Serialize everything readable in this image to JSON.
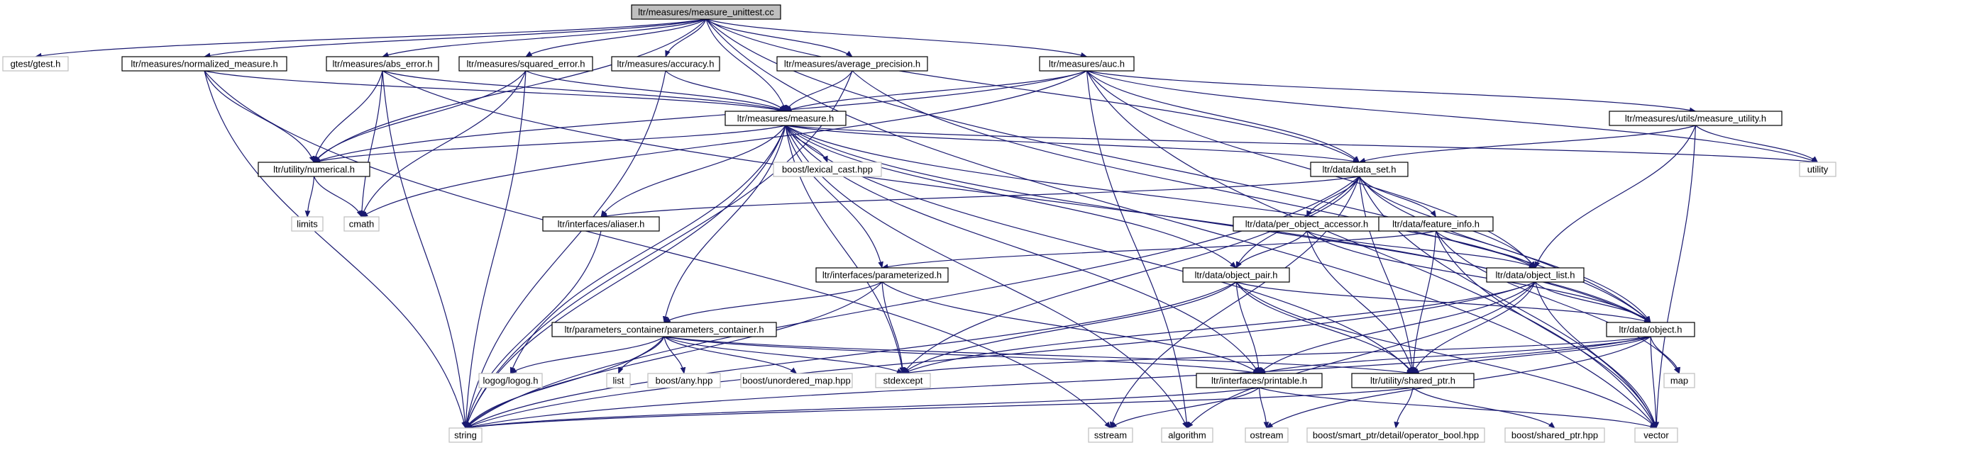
{
  "title": "ltr/measures/measure_unittest.cc",
  "colors": {
    "edge": "#191970",
    "root_fill": "#bfbfbf",
    "node_border": "#000000",
    "external_border": "#bfbfbf",
    "background": "#ffffff"
  },
  "nodes": [
    {
      "id": "root",
      "label": "ltr/measures/measure_unittest.cc",
      "kind": "root"
    },
    {
      "id": "gtest",
      "label": "gtest/gtest.h",
      "kind": "external"
    },
    {
      "id": "normalized",
      "label": "ltr/measures/normalized_measure.h",
      "kind": "local"
    },
    {
      "id": "abs_error",
      "label": "ltr/measures/abs_error.h",
      "kind": "local"
    },
    {
      "id": "squared_error",
      "label": "ltr/measures/squared_error.h",
      "kind": "local"
    },
    {
      "id": "accuracy",
      "label": "ltr/measures/accuracy.h",
      "kind": "local"
    },
    {
      "id": "avg_precision",
      "label": "ltr/measures/average_precision.h",
      "kind": "local"
    },
    {
      "id": "auc",
      "label": "ltr/measures/auc.h",
      "kind": "local"
    },
    {
      "id": "measure",
      "label": "ltr/measures/measure.h",
      "kind": "local"
    },
    {
      "id": "measure_utility",
      "label": "ltr/measures/utils/measure_utility.h",
      "kind": "local"
    },
    {
      "id": "numerical",
      "label": "ltr/utility/numerical.h",
      "kind": "local"
    },
    {
      "id": "lexical_cast",
      "label": "boost/lexical_cast.hpp",
      "kind": "external"
    },
    {
      "id": "data_set",
      "label": "ltr/data/data_set.h",
      "kind": "local"
    },
    {
      "id": "utility",
      "label": "utility",
      "kind": "external"
    },
    {
      "id": "limits",
      "label": "limits",
      "kind": "external"
    },
    {
      "id": "cmath",
      "label": "cmath",
      "kind": "external"
    },
    {
      "id": "aliaser",
      "label": "ltr/interfaces/aliaser.h",
      "kind": "local"
    },
    {
      "id": "per_object_accessor",
      "label": "ltr/data/per_object_accessor.h",
      "kind": "local"
    },
    {
      "id": "feature_info",
      "label": "ltr/data/feature_info.h",
      "kind": "local"
    },
    {
      "id": "parameterized",
      "label": "ltr/interfaces/parameterized.h",
      "kind": "local"
    },
    {
      "id": "object_pair",
      "label": "ltr/data/object_pair.h",
      "kind": "local"
    },
    {
      "id": "object_list",
      "label": "ltr/data/object_list.h",
      "kind": "local"
    },
    {
      "id": "parameters_container",
      "label": "ltr/parameters_container/parameters_container.h",
      "kind": "local"
    },
    {
      "id": "object",
      "label": "ltr/data/object.h",
      "kind": "local"
    },
    {
      "id": "logog",
      "label": "logog/logog.h",
      "kind": "external"
    },
    {
      "id": "list",
      "label": "list",
      "kind": "external"
    },
    {
      "id": "boost_any",
      "label": "boost/any.hpp",
      "kind": "external"
    },
    {
      "id": "unordered_map",
      "label": "boost/unordered_map.hpp",
      "kind": "external"
    },
    {
      "id": "stdexcept",
      "label": "stdexcept",
      "kind": "external"
    },
    {
      "id": "printable",
      "label": "ltr/interfaces/printable.h",
      "kind": "local"
    },
    {
      "id": "shared_ptr",
      "label": "ltr/utility/shared_ptr.h",
      "kind": "local"
    },
    {
      "id": "map",
      "label": "map",
      "kind": "external"
    },
    {
      "id": "string",
      "label": "string",
      "kind": "external"
    },
    {
      "id": "sstream",
      "label": "sstream",
      "kind": "external"
    },
    {
      "id": "algorithm",
      "label": "algorithm",
      "kind": "external"
    },
    {
      "id": "ostream",
      "label": "ostream",
      "kind": "external"
    },
    {
      "id": "operator_bool",
      "label": "boost/smart_ptr/detail/operator_bool.hpp",
      "kind": "external"
    },
    {
      "id": "boost_shared_ptr",
      "label": "boost/shared_ptr.hpp",
      "kind": "external"
    },
    {
      "id": "vector",
      "label": "vector",
      "kind": "external"
    }
  ],
  "edges": [
    [
      "root",
      "gtest"
    ],
    [
      "root",
      "normalized"
    ],
    [
      "root",
      "abs_error"
    ],
    [
      "root",
      "squared_error"
    ],
    [
      "root",
      "accuracy"
    ],
    [
      "root",
      "avg_precision"
    ],
    [
      "root",
      "auc"
    ],
    [
      "root",
      "measure"
    ],
    [
      "root",
      "numerical"
    ],
    [
      "root",
      "data_set"
    ],
    [
      "root",
      "object"
    ],
    [
      "root",
      "vector"
    ],
    [
      "normalized",
      "measure"
    ],
    [
      "normalized",
      "numerical"
    ],
    [
      "normalized",
      "string"
    ],
    [
      "normalized",
      "sstream"
    ],
    [
      "abs_error",
      "measure"
    ],
    [
      "abs_error",
      "numerical"
    ],
    [
      "abs_error",
      "cmath"
    ],
    [
      "abs_error",
      "string"
    ],
    [
      "abs_error",
      "object"
    ],
    [
      "squared_error",
      "measure"
    ],
    [
      "squared_error",
      "numerical"
    ],
    [
      "squared_error",
      "cmath"
    ],
    [
      "squared_error",
      "string"
    ],
    [
      "accuracy",
      "measure"
    ],
    [
      "accuracy",
      "string"
    ],
    [
      "avg_precision",
      "measure"
    ],
    [
      "avg_precision",
      "object"
    ],
    [
      "avg_precision",
      "string"
    ],
    [
      "auc",
      "measure"
    ],
    [
      "auc",
      "measure_utility"
    ],
    [
      "auc",
      "data_set"
    ],
    [
      "auc",
      "object_list"
    ],
    [
      "auc",
      "algorithm"
    ],
    [
      "auc",
      "utility"
    ],
    [
      "auc",
      "vector"
    ],
    [
      "auc",
      "numerical"
    ],
    [
      "auc",
      "cmath"
    ],
    [
      "measure",
      "numerical"
    ],
    [
      "measure",
      "lexical_cast"
    ],
    [
      "measure",
      "data_set"
    ],
    [
      "measure",
      "aliaser"
    ],
    [
      "measure",
      "parameterized"
    ],
    [
      "measure",
      "object_pair"
    ],
    [
      "measure",
      "object_list"
    ],
    [
      "measure",
      "object"
    ],
    [
      "measure",
      "parameters_container"
    ],
    [
      "measure",
      "shared_ptr"
    ],
    [
      "measure",
      "printable"
    ],
    [
      "measure",
      "logog"
    ],
    [
      "measure",
      "stdexcept"
    ],
    [
      "measure",
      "algorithm"
    ],
    [
      "measure",
      "string"
    ],
    [
      "measure",
      "utility"
    ],
    [
      "measure_utility",
      "data_set"
    ],
    [
      "measure_utility",
      "object_list"
    ],
    [
      "measure_utility",
      "utility"
    ],
    [
      "measure_utility",
      "vector"
    ],
    [
      "numerical",
      "limits"
    ],
    [
      "numerical",
      "cmath"
    ],
    [
      "data_set",
      "aliaser"
    ],
    [
      "data_set",
      "per_object_accessor"
    ],
    [
      "data_set",
      "feature_info"
    ],
    [
      "data_set",
      "object_pair"
    ],
    [
      "data_set",
      "object_list"
    ],
    [
      "data_set",
      "object"
    ],
    [
      "data_set",
      "stdexcept"
    ],
    [
      "data_set",
      "string"
    ],
    [
      "data_set",
      "sstream"
    ],
    [
      "data_set",
      "vector"
    ],
    [
      "data_set",
      "shared_ptr"
    ],
    [
      "aliaser",
      "string"
    ],
    [
      "per_object_accessor",
      "object_pair"
    ],
    [
      "per_object_accessor",
      "object_list"
    ],
    [
      "per_object_accessor",
      "object"
    ],
    [
      "per_object_accessor",
      "shared_ptr"
    ],
    [
      "feature_info",
      "parameterized"
    ],
    [
      "feature_info",
      "object_list"
    ],
    [
      "feature_info",
      "map"
    ],
    [
      "feature_info",
      "vector"
    ],
    [
      "feature_info",
      "shared_ptr"
    ],
    [
      "parameterized",
      "parameters_container"
    ],
    [
      "parameterized",
      "stdexcept"
    ],
    [
      "parameterized",
      "string"
    ],
    [
      "parameterized",
      "printable"
    ],
    [
      "object_pair",
      "object"
    ],
    [
      "object_pair",
      "printable"
    ],
    [
      "object_pair",
      "shared_ptr"
    ],
    [
      "object_pair",
      "stdexcept"
    ],
    [
      "object_pair",
      "string"
    ],
    [
      "object_pair",
      "vector"
    ],
    [
      "object_list",
      "object"
    ],
    [
      "object_list",
      "printable"
    ],
    [
      "object_list",
      "shared_ptr"
    ],
    [
      "object_list",
      "stdexcept"
    ],
    [
      "object_list",
      "string"
    ],
    [
      "object_list",
      "vector"
    ],
    [
      "object_list",
      "algorithm"
    ],
    [
      "parameters_container",
      "logog"
    ],
    [
      "parameters_container",
      "list"
    ],
    [
      "parameters_container",
      "boost_any"
    ],
    [
      "parameters_container",
      "unordered_map"
    ],
    [
      "parameters_container",
      "stdexcept"
    ],
    [
      "parameters_container",
      "printable"
    ],
    [
      "parameters_container",
      "shared_ptr"
    ],
    [
      "parameters_container",
      "string"
    ],
    [
      "object",
      "printable"
    ],
    [
      "object",
      "shared_ptr"
    ],
    [
      "object",
      "map"
    ],
    [
      "object",
      "vector"
    ],
    [
      "object",
      "stdexcept"
    ],
    [
      "object",
      "string"
    ],
    [
      "object",
      "ostream"
    ],
    [
      "printable",
      "string"
    ],
    [
      "printable",
      "sstream"
    ],
    [
      "printable",
      "ostream"
    ],
    [
      "printable",
      "vector"
    ],
    [
      "shared_ptr",
      "operator_bool"
    ],
    [
      "shared_ptr",
      "boost_shared_ptr"
    ],
    [
      "shared_ptr",
      "string"
    ]
  ]
}
